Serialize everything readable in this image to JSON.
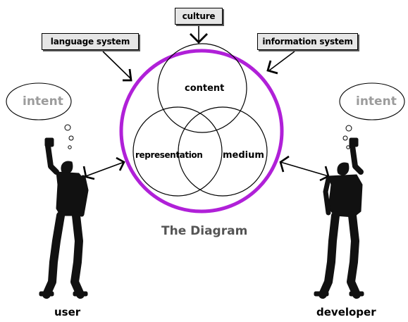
{
  "labels": {
    "culture": "culture",
    "language_system": "language system",
    "information_system": "information system",
    "content": "content",
    "representation": "representation",
    "medium": "medium",
    "title": "The Diagram",
    "intent_left": "intent",
    "intent_right": "intent",
    "user": "user",
    "developer": "developer"
  },
  "colors": {
    "ring": "#b020d8",
    "box_fill": "#e6e6e6",
    "intent_text": "#9c9c9c",
    "figure": "#111111"
  },
  "icons": {
    "user_figure": "modulor-figure-icon",
    "developer_figure": "modulor-figure-icon"
  }
}
